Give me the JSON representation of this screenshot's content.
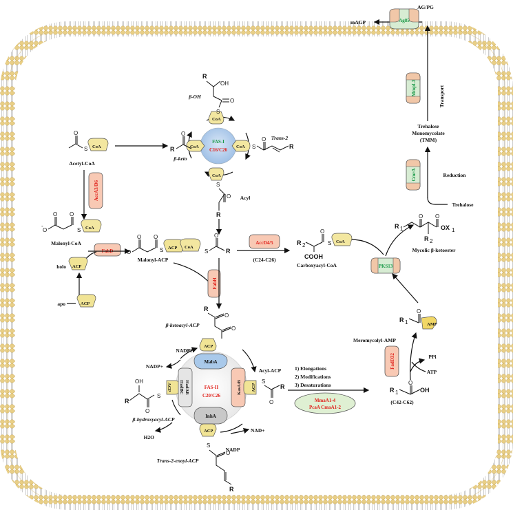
{
  "colors": {
    "membrane": "#e8cf8a",
    "membrane_dark": "#c9a957",
    "coa_fill": "#f3e7a0",
    "acp_fill": "#f1e495",
    "enzyme_red_text": "#e0201a",
    "enzyme_green_text": "#1e9a4a",
    "enzyme_pink_fill": "#f8c9b4",
    "enzyme_green_fill": "#d7ecd3",
    "fas1_fill": "#b9d3ee",
    "maba_fill": "#a9c9ea",
    "inha_fill": "#c8c8c8",
    "oval_fill": "#dff0d3"
  },
  "labels": {
    "mAGP": "mAGP",
    "AG_PG": "AG/PG",
    "Ag85": "Ag85",
    "MmpL3": "MmpL3",
    "Transport": "Transport",
    "TMM": "Trehalose\nMonomycolate\n(TMM)",
    "TMM_l1": "Trehalose",
    "TMM_l2": "Monomycolate",
    "TMM_l3": "(TMM)",
    "CmrA": "CmrA",
    "Reduction": "Reduction",
    "Trehalose": "Trehalose",
    "mycolic_ketoester": "Mycolic β-ketoester",
    "PKS13": "PKS13",
    "meromycolyl_AMP": "Meromycolyl-AMP",
    "AMP": "AMP",
    "FadD32": "FadD32",
    "PPi": "PPi",
    "ATP": "ATP",
    "c42_c62": "(C42-C62)",
    "acetyl_coa": "Acetyl-CoA",
    "accA3D6": "AccA3/D6",
    "malonyl_coa": "Malonyl-CoA",
    "fabD": "FabD",
    "malonyl_acp": "Malonyl-ACP",
    "holo": "holo",
    "apo": "apo",
    "beta_keto": "β-keto",
    "beta_oh": "β-OH",
    "trans2": "Trans-2",
    "acyl": "Acyl",
    "fas1": "FAS-I",
    "fas1_len": "C16/C26",
    "accD45": "AccD4/5",
    "c24_c26": "(C24-C26)",
    "carboxyacyl_coa": "Carboxyacyl-CoA",
    "fabH": "FabH",
    "beta_ketoacyl_acp": "β-ketoacyl-ACP",
    "nadph": "NADPH",
    "nadp_plus_left": "NADP+",
    "maba": "MabA",
    "hadab": "HadAB",
    "hadbc": "HadBC",
    "fas2": "FAS-II",
    "fas2_len": "C20/C26",
    "kasab": "KasA/B",
    "acyl_acp": "Acyl-ACP",
    "beta_hydroxyacyl_acp": "β-hydroxyacyl-ACP",
    "h2o": "H2O",
    "inha": "InhA",
    "nad_plus": "NAD+",
    "nadp_right": "NADP",
    "trans2_enoyl_acp": "Trans-2-enoyl-ACP",
    "steps": [
      "1) Elongations",
      "2) Modifications",
      "3) Desaturations"
    ],
    "mma": "MmaA1-4",
    "pca": "PcaA CmaA1-2",
    "CoA": "CoA",
    "ACP": "ACP"
  }
}
